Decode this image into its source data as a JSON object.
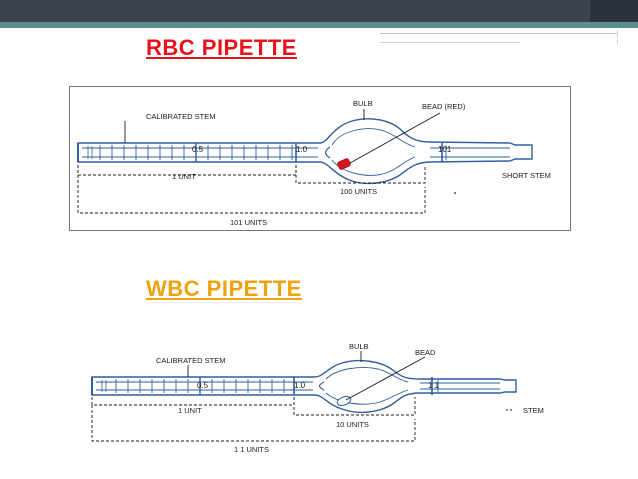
{
  "slide": {
    "rbc_title": "RBC PIPETTE",
    "wbc_title": "WBC PIPETTE"
  },
  "rbc_diagram": {
    "calibrated_stem": "CALIBRATED STEM",
    "bulb": "BULB",
    "bead": "BEAD (RED)",
    "mark_05": "0.5",
    "mark_10": "1.0",
    "mark_101": "101",
    "one_unit": "1 UNIT",
    "hundred_units": "100 UNITS",
    "short_stem": "SHORT STEM",
    "total_units": "101 UNITS"
  },
  "wbc_diagram": {
    "calibrated_stem": "CALIBRATED STEM",
    "bulb": "BULB",
    "bead": "BEAD",
    "mark_05": "0.5",
    "mark_10": "1.0",
    "mark_11": "1 1",
    "one_unit": "1 UNIT",
    "ten_units": "10  UNITS",
    "stem": "STEM",
    "total_units": "1  1 UNITS"
  },
  "colors": {
    "rbc_title": "#e8121c",
    "wbc_title": "#f0a20c",
    "bead_red": "#d9141c",
    "glass_blue": "#2f5f9e"
  }
}
